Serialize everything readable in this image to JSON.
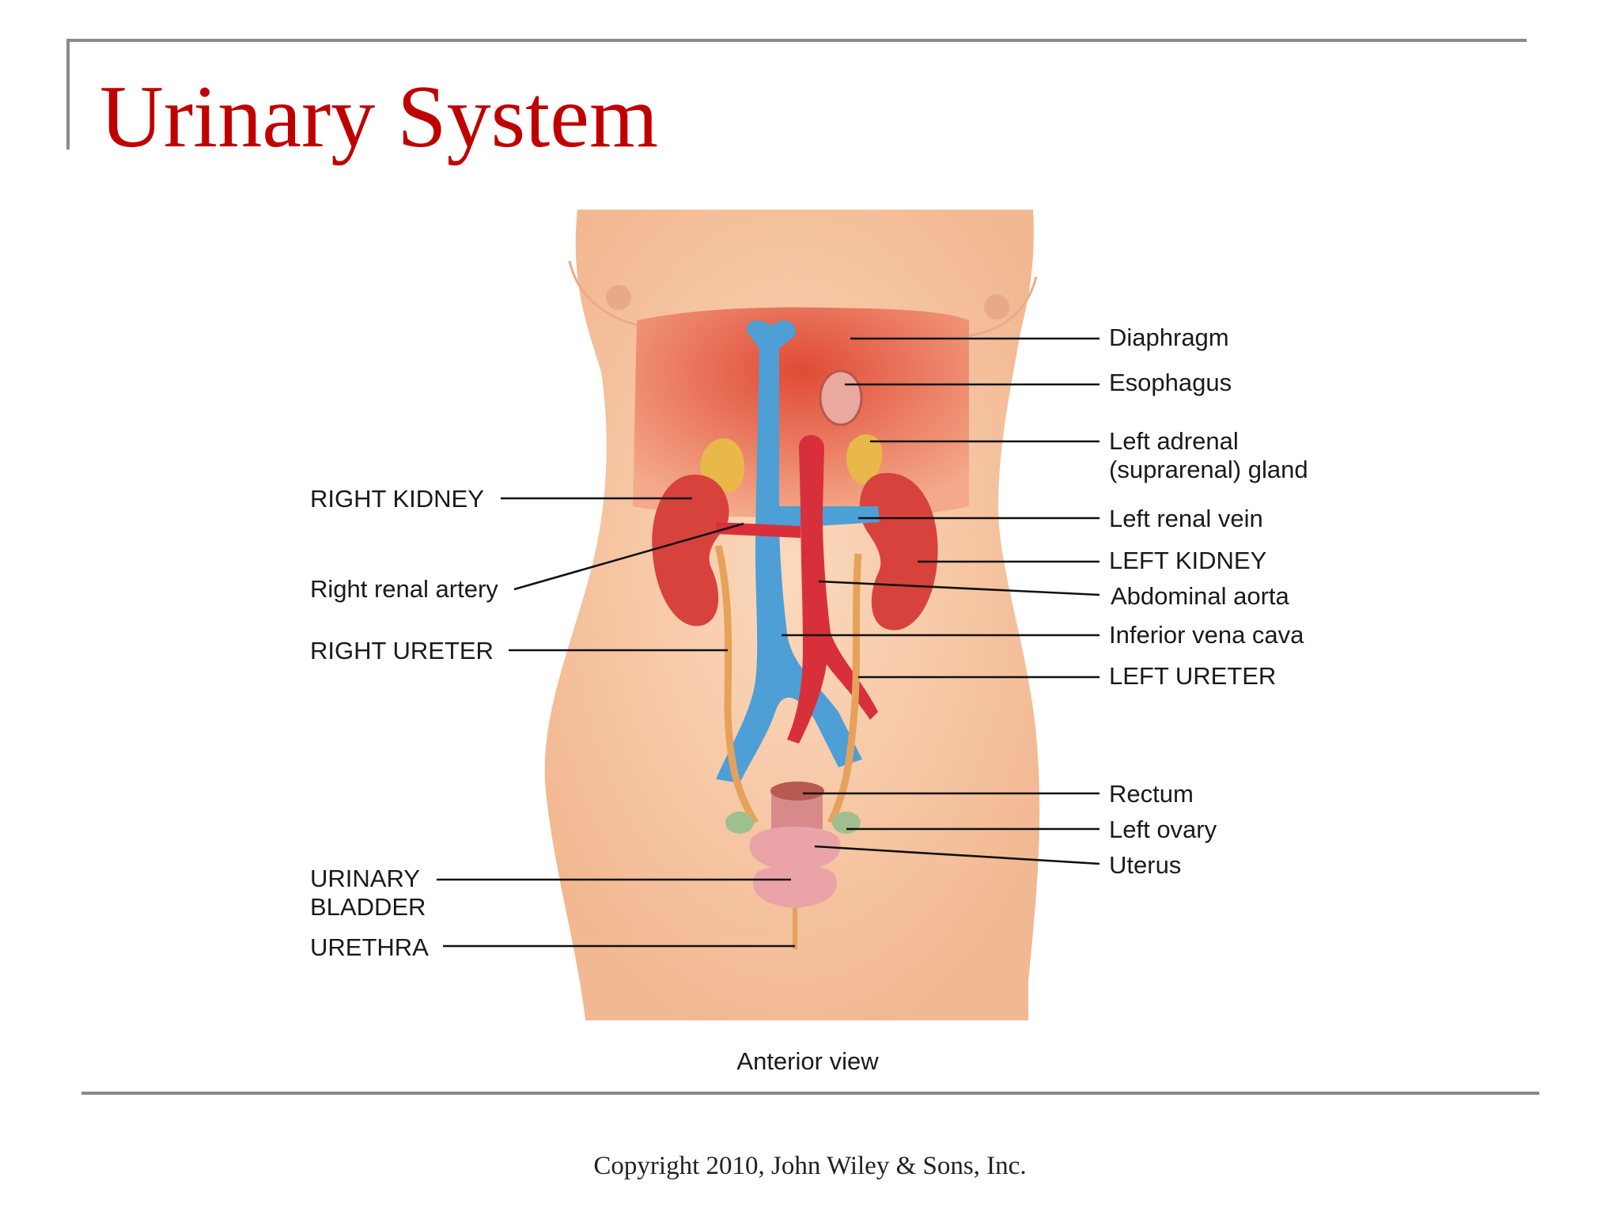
{
  "slide": {
    "title": "Urinary System",
    "copyright": "Copyright 2010, John Wiley & Sons, Inc."
  },
  "diagram": {
    "caption": "Anterior view",
    "labels_left": {
      "right_kidney": "RIGHT KIDNEY",
      "right_renal_artery": "Right renal artery",
      "right_ureter": "RIGHT URETER",
      "urinary_bladder_1": "URINARY",
      "urinary_bladder_2": "BLADDER",
      "urethra": "URETHRA"
    },
    "labels_right": {
      "diaphragm": "Diaphragm",
      "esophagus": "Esophagus",
      "left_adrenal_1": "Left adrenal",
      "left_adrenal_2": "(suprarenal) gland",
      "left_renal_vein": "Left renal vein",
      "left_kidney": "LEFT KIDNEY",
      "abdominal_aorta": "Abdominal aorta",
      "inferior_vena_cava": "Inferior vena cava",
      "left_ureter": "LEFT URETER",
      "rectum": "Rectum",
      "left_ovary": "Left ovary",
      "uterus": "Uterus"
    },
    "colors": {
      "skin": "#f6c7a3",
      "diaphragm": "#e2624a",
      "kidney": "#d8423c",
      "vein": "#4d9fd6",
      "artery": "#d8303a",
      "ureter": "#e6a25a",
      "adrenal": "#e8b84a",
      "bladder": "#eaa4a8",
      "title": "#c00000"
    }
  }
}
